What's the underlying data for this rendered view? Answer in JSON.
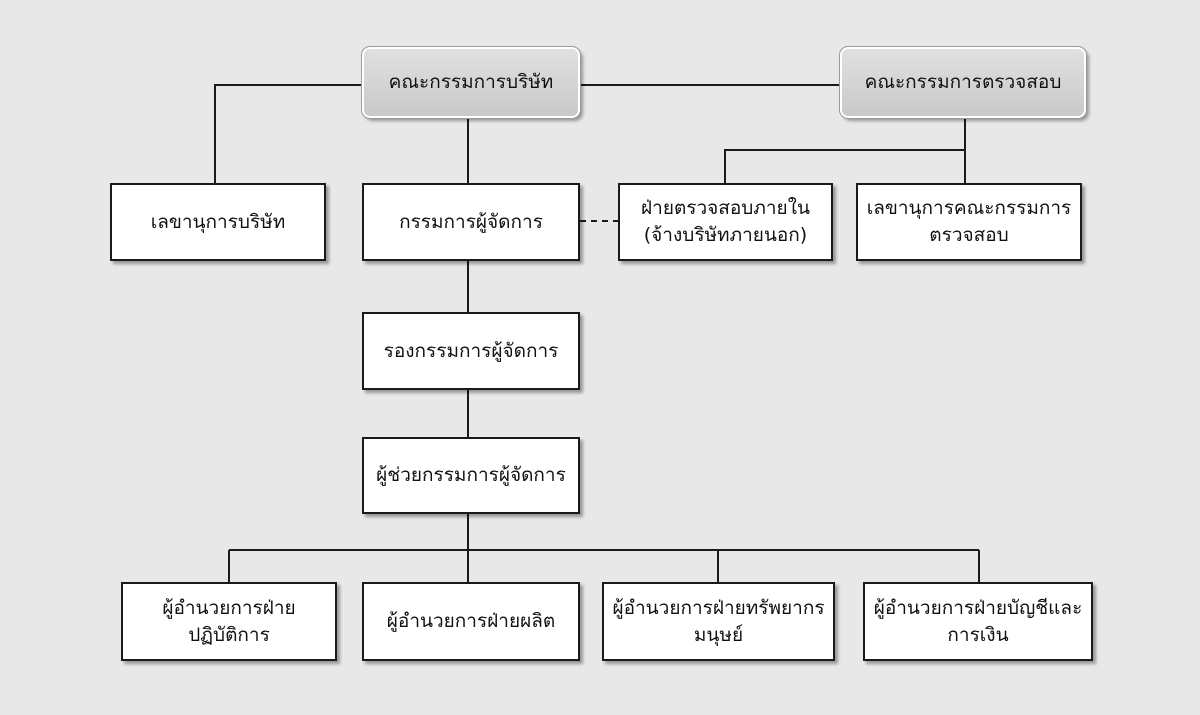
{
  "nodes": {
    "board": {
      "lines": [
        "คณะกรรมการบริษัท"
      ]
    },
    "audit_committee": {
      "lines": [
        "คณะกรรมการตรวจสอบ"
      ]
    },
    "company_secretary": {
      "lines": [
        "เลขานุการบริษัท"
      ]
    },
    "managing_director": {
      "lines": [
        "กรรมการผู้จัดการ"
      ]
    },
    "internal_audit": {
      "lines": [
        "ฝ่ายตรวจสอบภายใน",
        "(จ้างบริษัทภายนอก)"
      ]
    },
    "audit_secretary": {
      "lines": [
        "เลขานุการคณะกรรมการ",
        "ตรวจสอบ"
      ]
    },
    "deputy_md": {
      "lines": [
        "รองกรรมการผู้จัดการ"
      ]
    },
    "assistant_md": {
      "lines": [
        "ผู้ช่วยกรรมการผู้จัดการ"
      ]
    },
    "operations_director": {
      "lines": [
        "ผู้อำนวยการฝ่าย",
        "ปฏิบัติการ"
      ]
    },
    "production_director": {
      "lines": [
        "ผู้อำนวยการฝ่ายผลิต"
      ]
    },
    "hr_director": {
      "lines": [
        "ผู้อำนวยการฝ่ายทรัพยากร",
        "มนุษย์"
      ]
    },
    "finance_director": {
      "lines": [
        "ผู้อำนวยการฝ่ายบัญชีและ",
        "การเงิน"
      ]
    }
  },
  "edges": [
    {
      "from": "board",
      "to": "audit_committee",
      "style": "solid"
    },
    {
      "from": "board",
      "to": "company_secretary",
      "style": "solid"
    },
    {
      "from": "board",
      "to": "managing_director",
      "style": "solid"
    },
    {
      "from": "audit_committee",
      "to": "internal_audit",
      "style": "solid"
    },
    {
      "from": "audit_committee",
      "to": "audit_secretary",
      "style": "solid"
    },
    {
      "from": "managing_director",
      "to": "internal_audit",
      "style": "dashed"
    },
    {
      "from": "managing_director",
      "to": "deputy_md",
      "style": "solid"
    },
    {
      "from": "deputy_md",
      "to": "assistant_md",
      "style": "solid"
    },
    {
      "from": "assistant_md",
      "to": "operations_director",
      "style": "solid"
    },
    {
      "from": "assistant_md",
      "to": "production_director",
      "style": "solid"
    },
    {
      "from": "assistant_md",
      "to": "hr_director",
      "style": "solid"
    },
    {
      "from": "assistant_md",
      "to": "finance_director",
      "style": "solid"
    }
  ]
}
